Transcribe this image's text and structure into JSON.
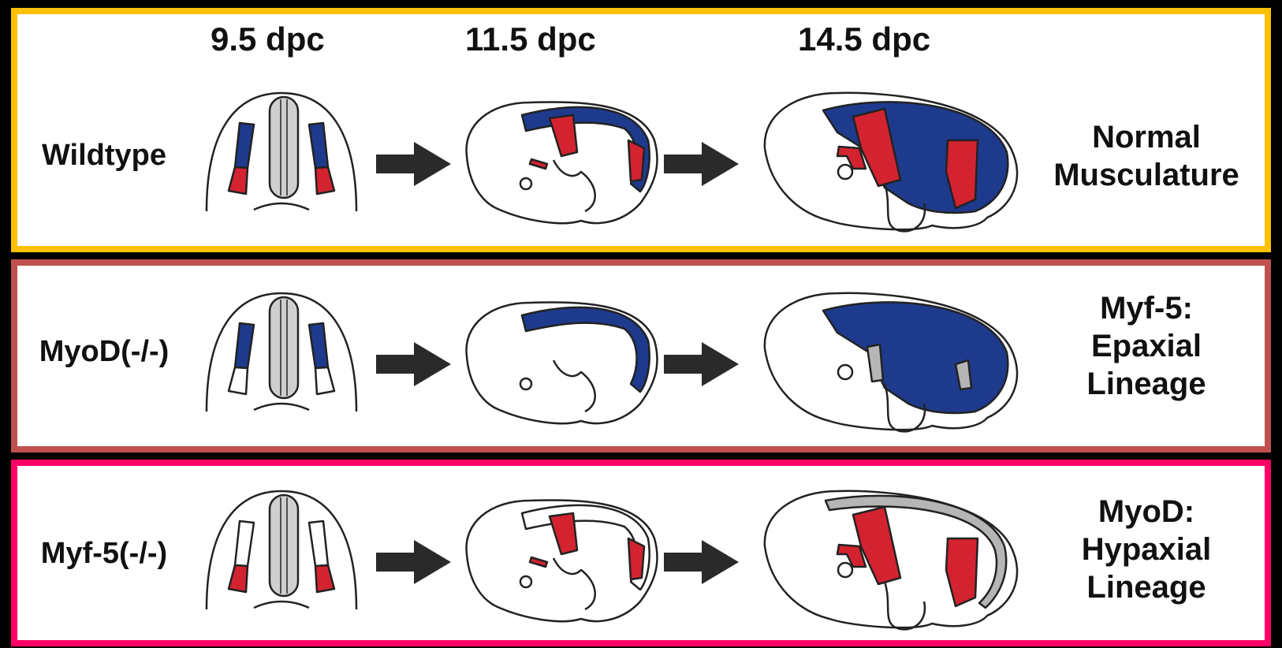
{
  "stages": [
    "9.5 dpc",
    "11.5 dpc",
    "14.5 dpc"
  ],
  "rows": [
    {
      "genotype": "Wildtype",
      "phenotype": [
        "Normal",
        "Musculature"
      ],
      "panel_color": "#FFC000",
      "epaxial": true,
      "hypaxial": true
    },
    {
      "genotype": "MyoD(-/-)",
      "phenotype": [
        "Myf-5:",
        "Epaxial",
        "Lineage"
      ],
      "panel_color": "#C0504D",
      "epaxial": true,
      "hypaxial": false
    },
    {
      "genotype": "Myf-5(-/-)",
      "phenotype": [
        "MyoD:",
        "Hypaxial",
        "Lineage"
      ],
      "panel_color": "#FF0066",
      "epaxial": false,
      "hypaxial": true
    }
  ],
  "colors": {
    "epaxial": "#1E3A8C",
    "hypaxial": "#D32330",
    "absent": "#B5B5B5",
    "arrow": "#2A2A2A"
  }
}
